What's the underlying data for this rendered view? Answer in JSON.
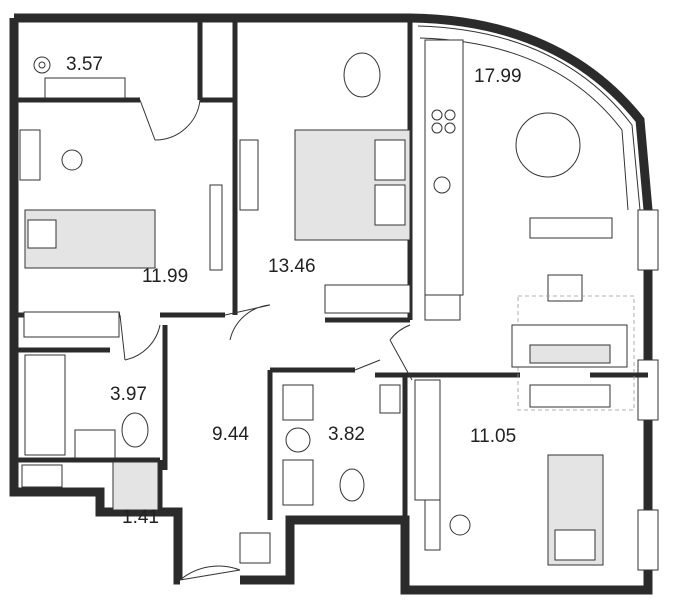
{
  "rooms": [
    {
      "id": "balcony",
      "area": "3.57"
    },
    {
      "id": "bedroom-left",
      "area": "11.99"
    },
    {
      "id": "bedroom-center",
      "area": "13.46"
    },
    {
      "id": "kitchen-living",
      "area": "17.99"
    },
    {
      "id": "bathroom",
      "area": "3.97"
    },
    {
      "id": "hallway",
      "area": "9.44"
    },
    {
      "id": "shower-room",
      "area": "3.82"
    },
    {
      "id": "bedroom-right",
      "area": "11.05"
    },
    {
      "id": "closet",
      "area": "1.41"
    }
  ]
}
